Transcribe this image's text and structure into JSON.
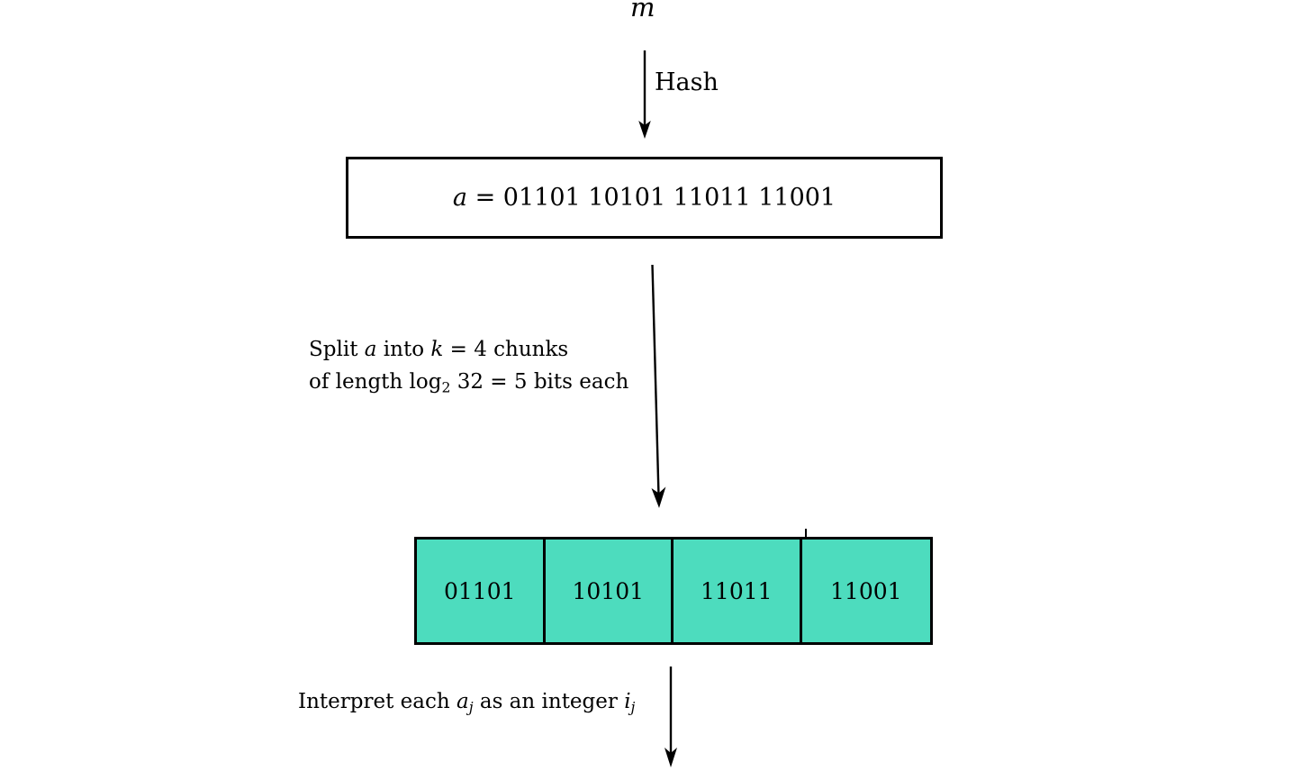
{
  "diagram": {
    "title_symbol": "m",
    "steps": {
      "hash_label": "Hash",
      "split_caption_line1_pre": "Split ",
      "split_caption_line1_var": "a",
      "split_caption_line1_mid": " into ",
      "split_caption_line1_k": "k",
      "split_caption_line1_post": " = 4 chunks",
      "split_caption_line2_pre": "of length log",
      "split_caption_line2_sub": "2",
      "split_caption_line2_post": " 32 = 5 bits each",
      "interpret_caption_pre": "Interpret each ",
      "interpret_caption_var_a": "a",
      "interpret_caption_sub_a": "j",
      "interpret_caption_mid": " as an integer ",
      "interpret_caption_var_i": "i",
      "interpret_caption_sub_i": "j"
    },
    "hash_output": {
      "var": "a",
      "equals": " = ",
      "bits": "01101 10101 11011 11001",
      "full_text": "a = 01101 10101 11011 11001"
    },
    "chunks": {
      "count": 4,
      "bit_length": 5,
      "k": 4,
      "log2_of": 32,
      "values": [
        "01101",
        "10101",
        "11011",
        "11001"
      ]
    },
    "colors": {
      "chunk_fill": "#4ddcbe",
      "stroke": "#000000",
      "background": "#ffffff",
      "text": "#000000"
    }
  }
}
